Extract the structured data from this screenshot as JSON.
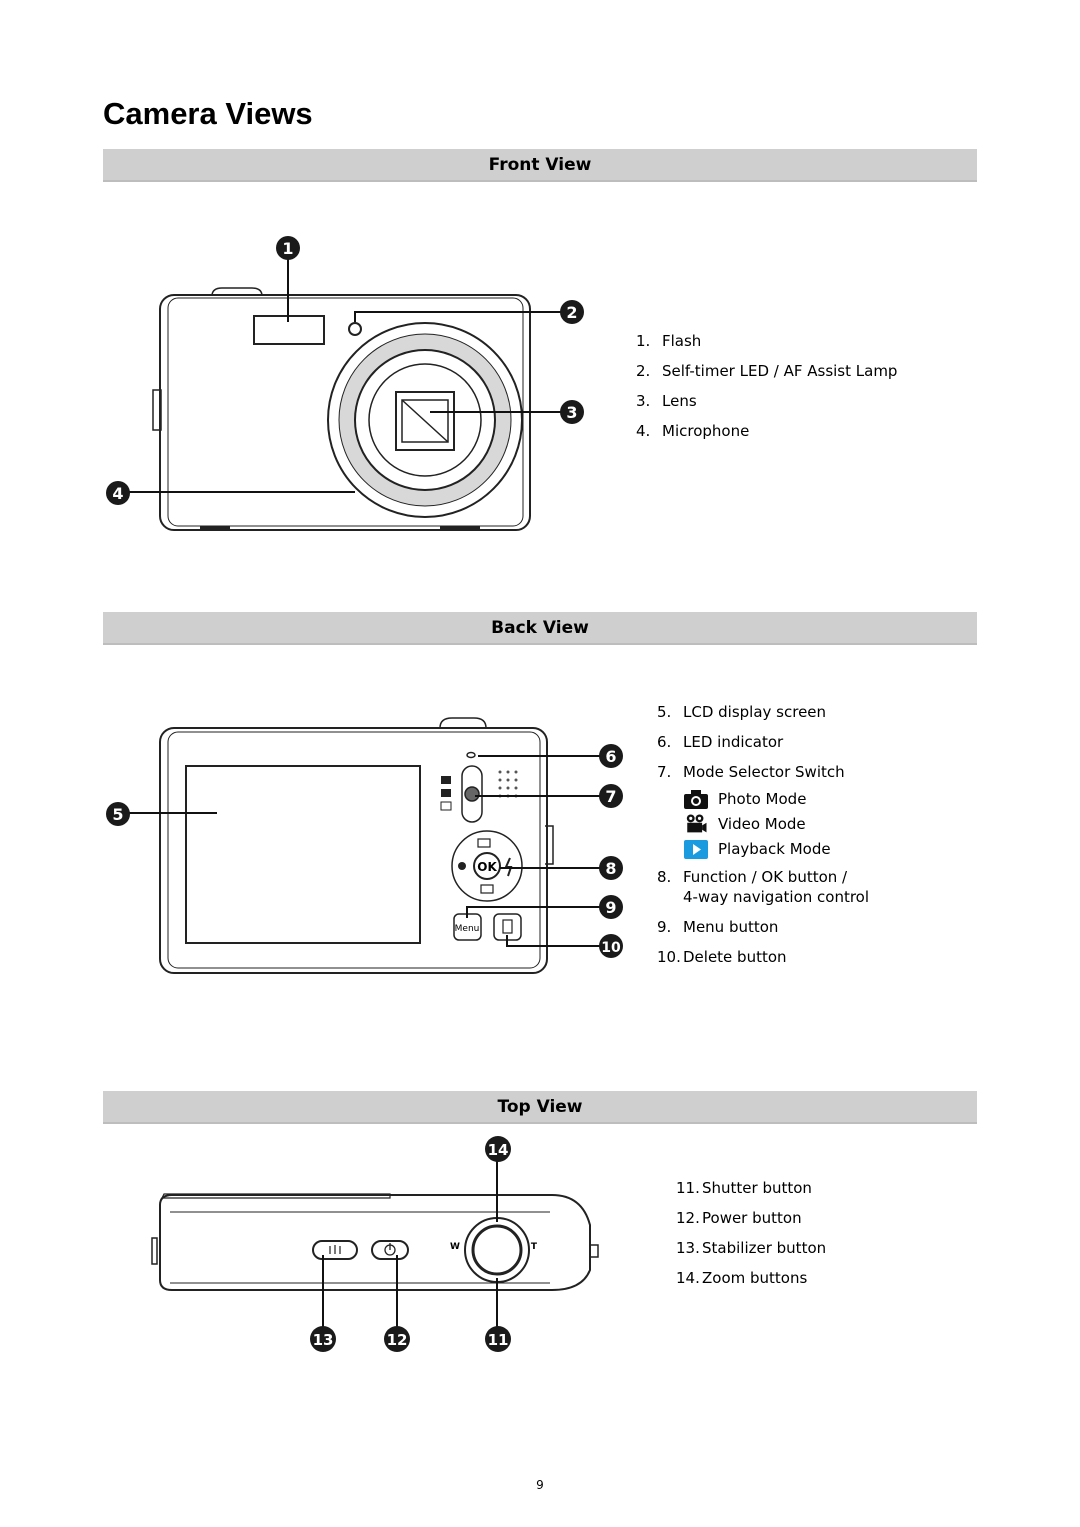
{
  "page": {
    "title": "Camera Views",
    "page_number": "9"
  },
  "front": {
    "heading": "Front View",
    "items": [
      {
        "num": "1.",
        "label": "Flash"
      },
      {
        "num": "2.",
        "label": "Self-timer LED / AF Assist Lamp"
      },
      {
        "num": "3.",
        "label": "Lens"
      },
      {
        "num": "4.",
        "label": "Microphone"
      }
    ],
    "callouts": [
      "1",
      "2",
      "3",
      "4"
    ]
  },
  "back": {
    "heading": "Back View",
    "items": [
      {
        "num": "5.",
        "label": "LCD display screen"
      },
      {
        "num": "6.",
        "label": "LED indicator"
      },
      {
        "num": "7.",
        "label": "Mode Selector Switch"
      }
    ],
    "modes": [
      {
        "icon": "camera-icon",
        "label": "Photo Mode"
      },
      {
        "icon": "video-camera-icon",
        "label": "Video Mode"
      },
      {
        "icon": "playback-icon",
        "label": "Playback Mode"
      }
    ],
    "item8": {
      "num": "8.",
      "label_line1": "Function / OK button /",
      "label_line2": "4-way navigation control"
    },
    "items_after": [
      {
        "num": "9.",
        "label": "Menu button"
      },
      {
        "num": "10.",
        "label": "Delete button"
      }
    ],
    "callouts": [
      "5",
      "6",
      "7",
      "8",
      "9",
      "10"
    ],
    "ok_label": "OK",
    "menu_label": "Menu"
  },
  "top": {
    "heading": "Top View",
    "items": [
      {
        "num": "11.",
        "label": "Shutter button"
      },
      {
        "num": "12.",
        "label": "Power button"
      },
      {
        "num": "13.",
        "label": "Stabilizer button"
      },
      {
        "num": "14.",
        "label": "Zoom buttons"
      }
    ],
    "callouts": [
      "11",
      "12",
      "13",
      "14"
    ],
    "zoom_wide": "W",
    "zoom_tele": "T"
  },
  "colors": {
    "section_bar": "#cfcfcf",
    "playback_icon": "#1a9be0",
    "callout": "#1a1a1a"
  }
}
